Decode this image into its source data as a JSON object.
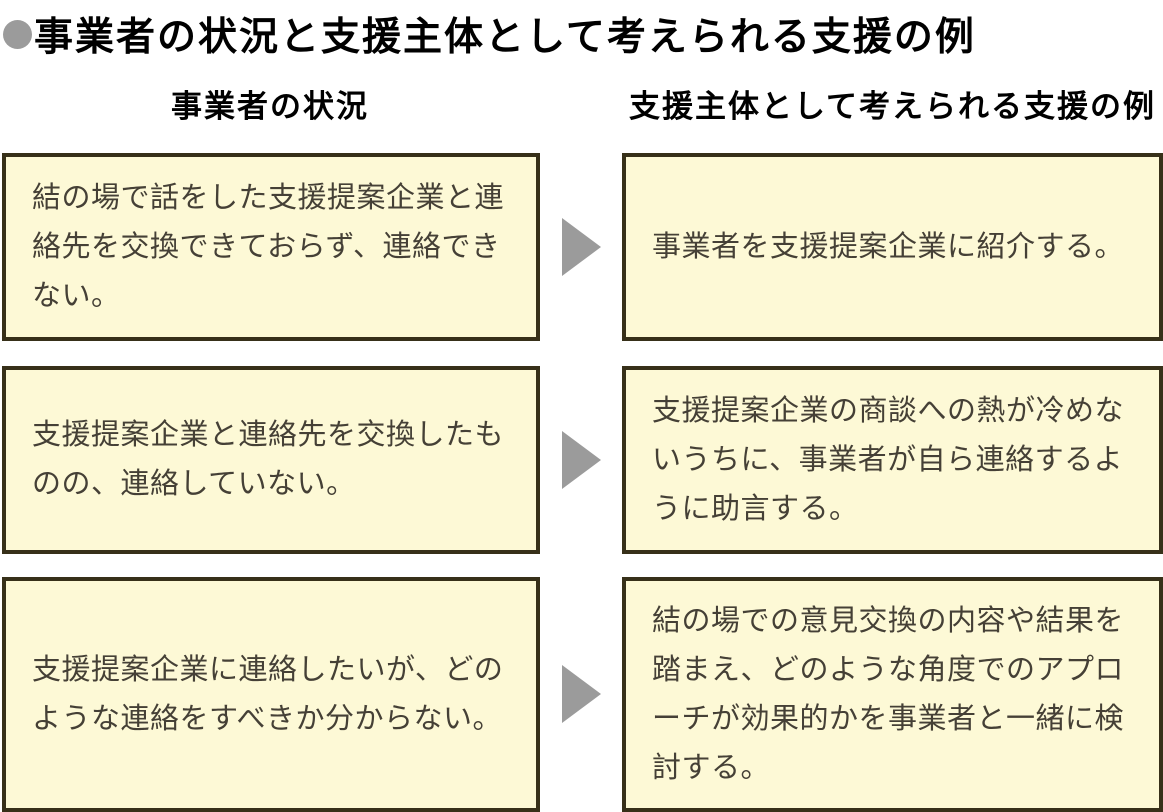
{
  "title": {
    "bullet_icon": "filled-circle",
    "text": "事業者の状況と支援主体として考えられる支援の例"
  },
  "columns": {
    "left_header": "事業者の状況",
    "right_header": "支援主体として考えられる支援の例"
  },
  "rows": [
    {
      "situation": "結の場で話をした支援提案企業と連絡先を交換できておらず、連絡できない。",
      "support": "事業者を支援提案企業に紹介する。"
    },
    {
      "situation": "支援提案企業と連絡先を交換したものの、連絡していない。",
      "support": "支援提案企業の商談への熱が冷めないうちに、事業者が自ら連絡するように助言する。"
    },
    {
      "situation": "支援提案企業に連絡したいが、どのような連絡をすべきか分からない。",
      "support": "結の場での意見交換の内容や結果を踏まえ、どのような角度でのアプローチが効果的かを事業者と一緒に検討する。"
    }
  ],
  "icons": {
    "arrow": "right-pointing-triangle"
  },
  "colors": {
    "box_fill": "#fdf9d6",
    "box_border": "#373019",
    "box_text": "#454036",
    "heading_text": "#000000",
    "arrow_gray": "#9b9b9b",
    "bullet_gray": "#9b9b9b",
    "background": "#ffffff"
  }
}
